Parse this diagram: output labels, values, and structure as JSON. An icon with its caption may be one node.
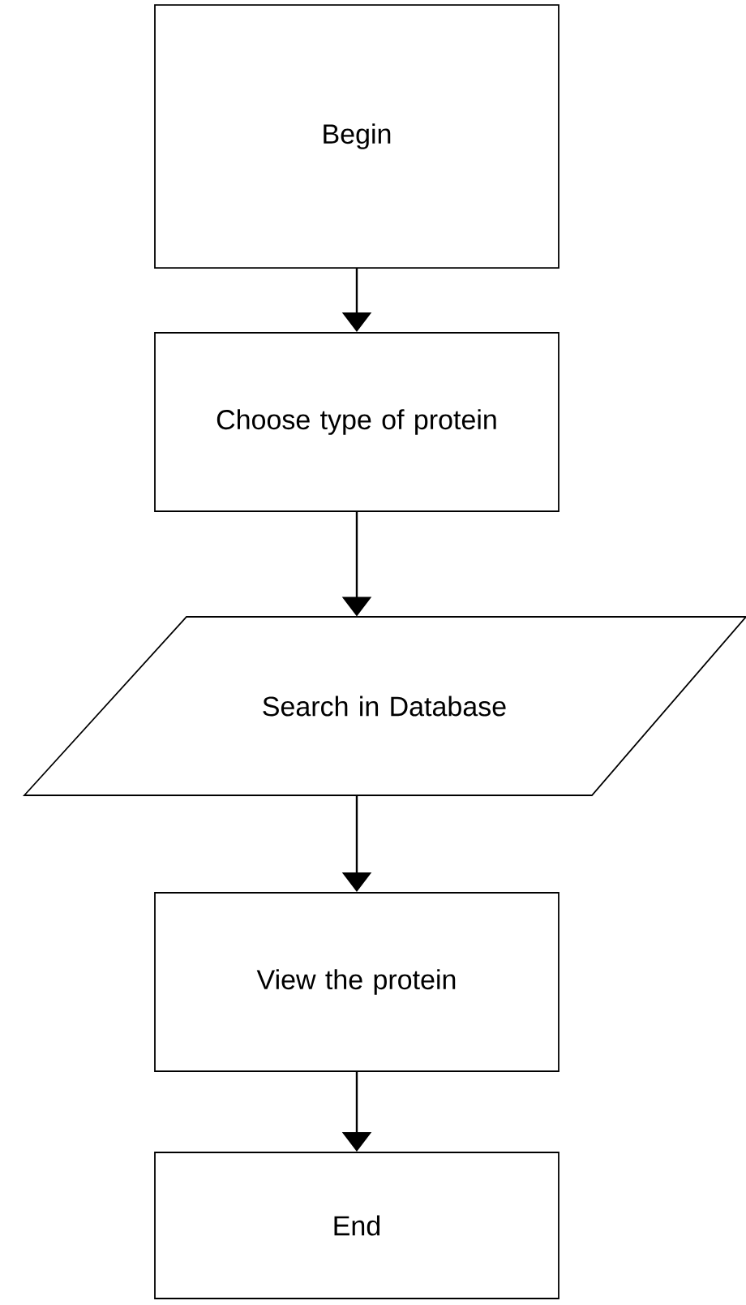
{
  "diagram": {
    "nodes": [
      {
        "text": [
          "Begin"
        ]
      },
      {
        "text": [
          "Choose type of protein"
        ]
      },
      {
        "text": [
          "Search in Database"
        ]
      },
      {
        "text": [
          "View the protein"
        ]
      },
      {
        "text": [
          "End"
        ]
      }
    ],
    "edges": [
      {
        "from": 0,
        "to": 1,
        "arrow": "to"
      },
      {
        "from": 1,
        "to": 2,
        "arrow": "to"
      },
      {
        "from": 2,
        "to": 3,
        "arrow": "to"
      },
      {
        "from": 3,
        "to": 4,
        "arrow": "to"
      }
    ]
  }
}
